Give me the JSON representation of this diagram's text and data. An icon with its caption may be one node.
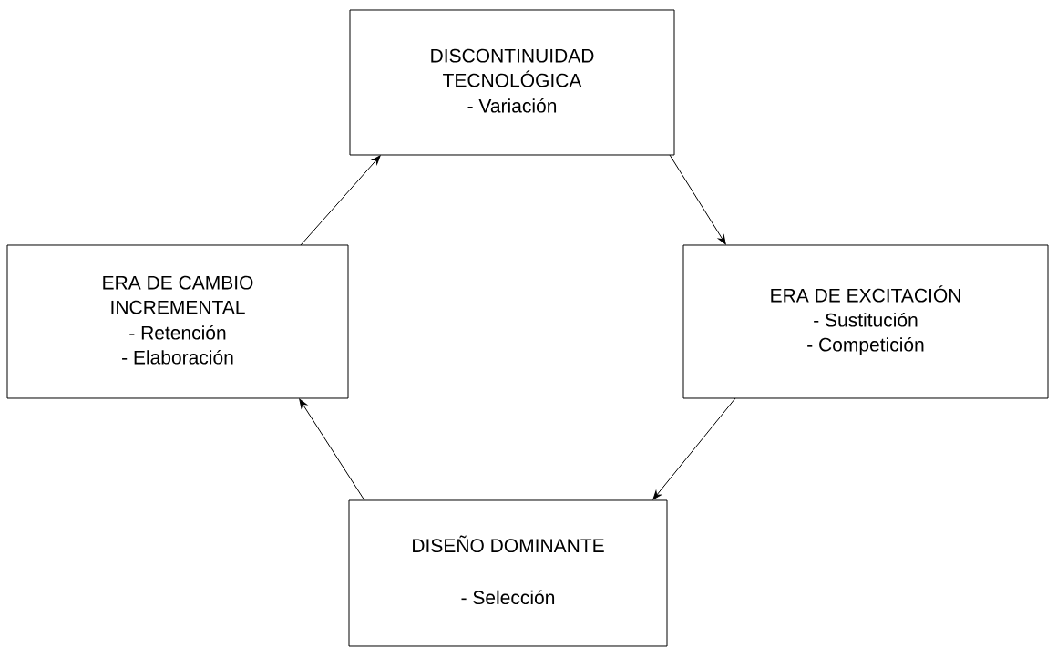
{
  "diagram": {
    "nodes": [
      {
        "text": [
          "DISCONTINUIDAD TECNOLÓGICA",
          "- Variación"
        ]
      },
      {
        "text": [
          "ERA DE CAMBIO INCREMENTAL",
          "- Retención",
          "- Elaboración"
        ]
      },
      {
        "text": [
          "ERA DE EXCITACIÓN",
          "- Sustitución",
          "- Competición"
        ]
      },
      {
        "text": [
          "DISEÑO DOMINANTE",
          "- Selección"
        ]
      }
    ],
    "edges": [
      {
        "from": 0,
        "to": 2,
        "arrow": "to"
      },
      {
        "from": 2,
        "to": 3,
        "arrow": "to"
      },
      {
        "from": 3,
        "to": 1,
        "arrow": "to"
      },
      {
        "from": 1,
        "to": 0,
        "arrow": "to"
      }
    ]
  }
}
